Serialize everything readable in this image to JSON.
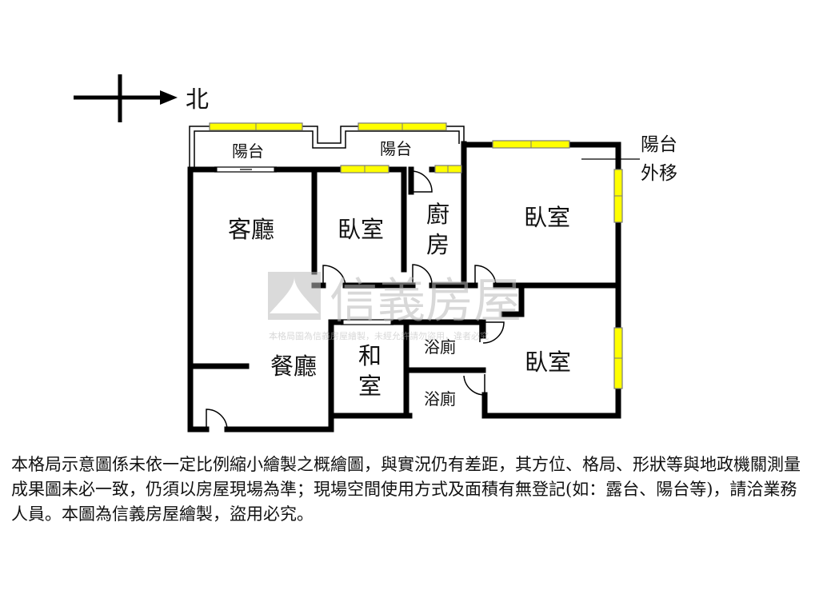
{
  "north_label": "北",
  "rooms": {
    "balcony_left": "陽台",
    "balcony_mid": "陽台",
    "balcony_note_line1": "陽台",
    "balcony_note_line2": "外移",
    "living_room": "客廳",
    "bedroom_center": "臥室",
    "kitchen_line1": "廚",
    "kitchen_line2": "房",
    "bedroom_right_top": "臥室",
    "dining_room": "餐廳",
    "japanese_room_line1": "和",
    "japanese_room_line2": "室",
    "bathroom_top": "浴廁",
    "bathroom_bottom": "浴廁",
    "bedroom_right_bottom": "臥室"
  },
  "watermark": {
    "brand": "信義房屋",
    "note": "本格局圖為信義房屋繪製，未經允許請勿盜用，違者必究"
  },
  "disclaimer": "本格局示意圖係未依一定比例縮小繪製之概繪圖，與實況仍有差距，其方位、格局、形狀等與地政機關測量成果圖未必一致，仍須以房屋現場為準；現場空間使用方式及面積有無登記(如：露台、陽台等)，請洽業務人員。本圖為信義房屋繪製，盜用必究。",
  "colors": {
    "wall": "#000000",
    "window_fill": "#ffff00",
    "window_border": "#7a7a7a",
    "watermark": "#b9b9b9"
  }
}
